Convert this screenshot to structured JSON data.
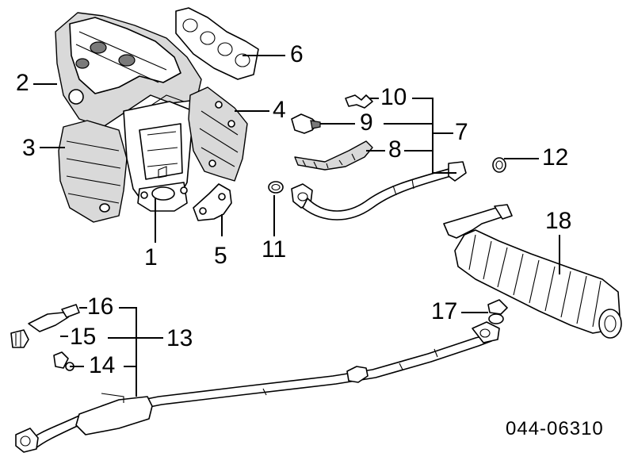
{
  "callouts": {
    "c1": "1",
    "c2": "2",
    "c3": "3",
    "c4": "4",
    "c5": "5",
    "c6": "6",
    "c7": "7",
    "c8": "8",
    "c9": "9",
    "c10": "10",
    "c11": "11",
    "c12": "12",
    "c13": "13",
    "c14": "14",
    "c15": "15",
    "c16": "16",
    "c17": "17",
    "c18": "18"
  },
  "diagram_code": "044-06310"
}
